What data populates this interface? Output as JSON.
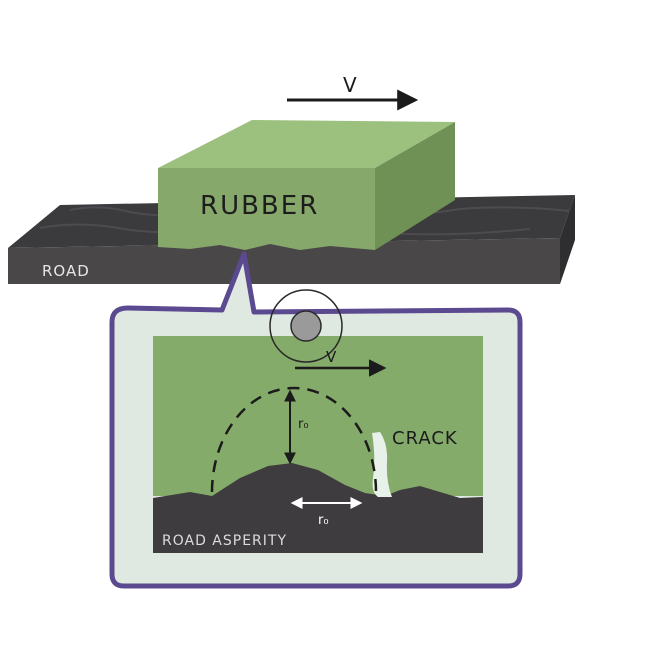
{
  "labels": {
    "velocity_top": "V",
    "rubber": "RUBBER",
    "road": "ROAD",
    "velocity_inset": "V",
    "crack": "CRACK",
    "radius_vertical": "r₀",
    "radius_horizontal": "r₀",
    "road_asperity": "ROAD ASPERITY"
  },
  "colors": {
    "rubber_front": "#86a86a",
    "rubber_top": "#9cc07e",
    "rubber_side": "#6f9155",
    "road_top": "#3b3a3c",
    "road_front": "#4a4749",
    "inset_border": "#5b4a8f",
    "inset_fill": "#dfe9e2",
    "inset_rubber": "#85ab6a",
    "inset_road": "#3e3c3e",
    "crack": "#e8f0ea",
    "arrow": "#1b1b1b"
  }
}
